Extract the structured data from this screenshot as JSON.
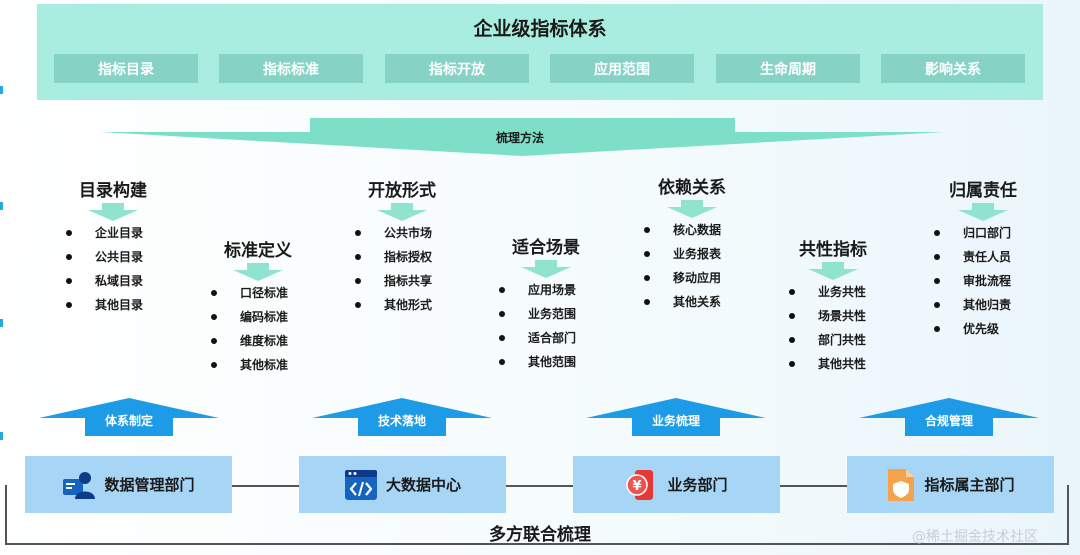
{
  "top": {
    "title": "企业级指标体系",
    "items": [
      "指标目录",
      "指标标准",
      "指标开放",
      "应用范围",
      "生命周期",
      "影响关系"
    ]
  },
  "method_label": "梳理方法",
  "columns": [
    {
      "title": "目录构建",
      "items": [
        "企业目录",
        "公共目录",
        "私域目录",
        "其他目录"
      ]
    },
    {
      "title": "标准定义",
      "items": [
        "口径标准",
        "编码标准",
        "维度标准",
        "其他标准"
      ]
    },
    {
      "title": "开放形式",
      "items": [
        "公共市场",
        "指标授权",
        "指标共享",
        "其他形式"
      ]
    },
    {
      "title": "适合场景",
      "items": [
        "应用场景",
        "业务范围",
        "适合部门",
        "其他范围"
      ]
    },
    {
      "title": "依赖关系",
      "items": [
        "核心数据",
        "业务报表",
        "移动应用",
        "其他关系"
      ]
    },
    {
      "title": "共性指标",
      "items": [
        "业务共性",
        "场景共性",
        "部门共性",
        "其他共性"
      ]
    },
    {
      "title": "归属责任",
      "items": [
        "归口部门",
        "责任人员",
        "审批流程",
        "其他归责",
        "优先级"
      ]
    }
  ],
  "up_arrows": [
    "体系制定",
    "技术落地",
    "业务梳理",
    "合规管理"
  ],
  "departments": [
    {
      "label": "数据管理部门",
      "icon": "person-card-icon"
    },
    {
      "label": "大数据中心",
      "icon": "code-window-icon"
    },
    {
      "label": "业务部门",
      "icon": "yen-phone-icon"
    },
    {
      "label": "指标属主部门",
      "icon": "shield-document-icon"
    }
  ],
  "bottom_title": "多方联合梳理",
  "watermark": "@稀土掘金技术社区",
  "colors": {
    "top_panel": "#a9ece0",
    "top_item": "#86d3c6",
    "teal_arrow": "#7edfc9",
    "blue_arrow": "#1e9be6",
    "dept_box": "#a6d5f5"
  }
}
